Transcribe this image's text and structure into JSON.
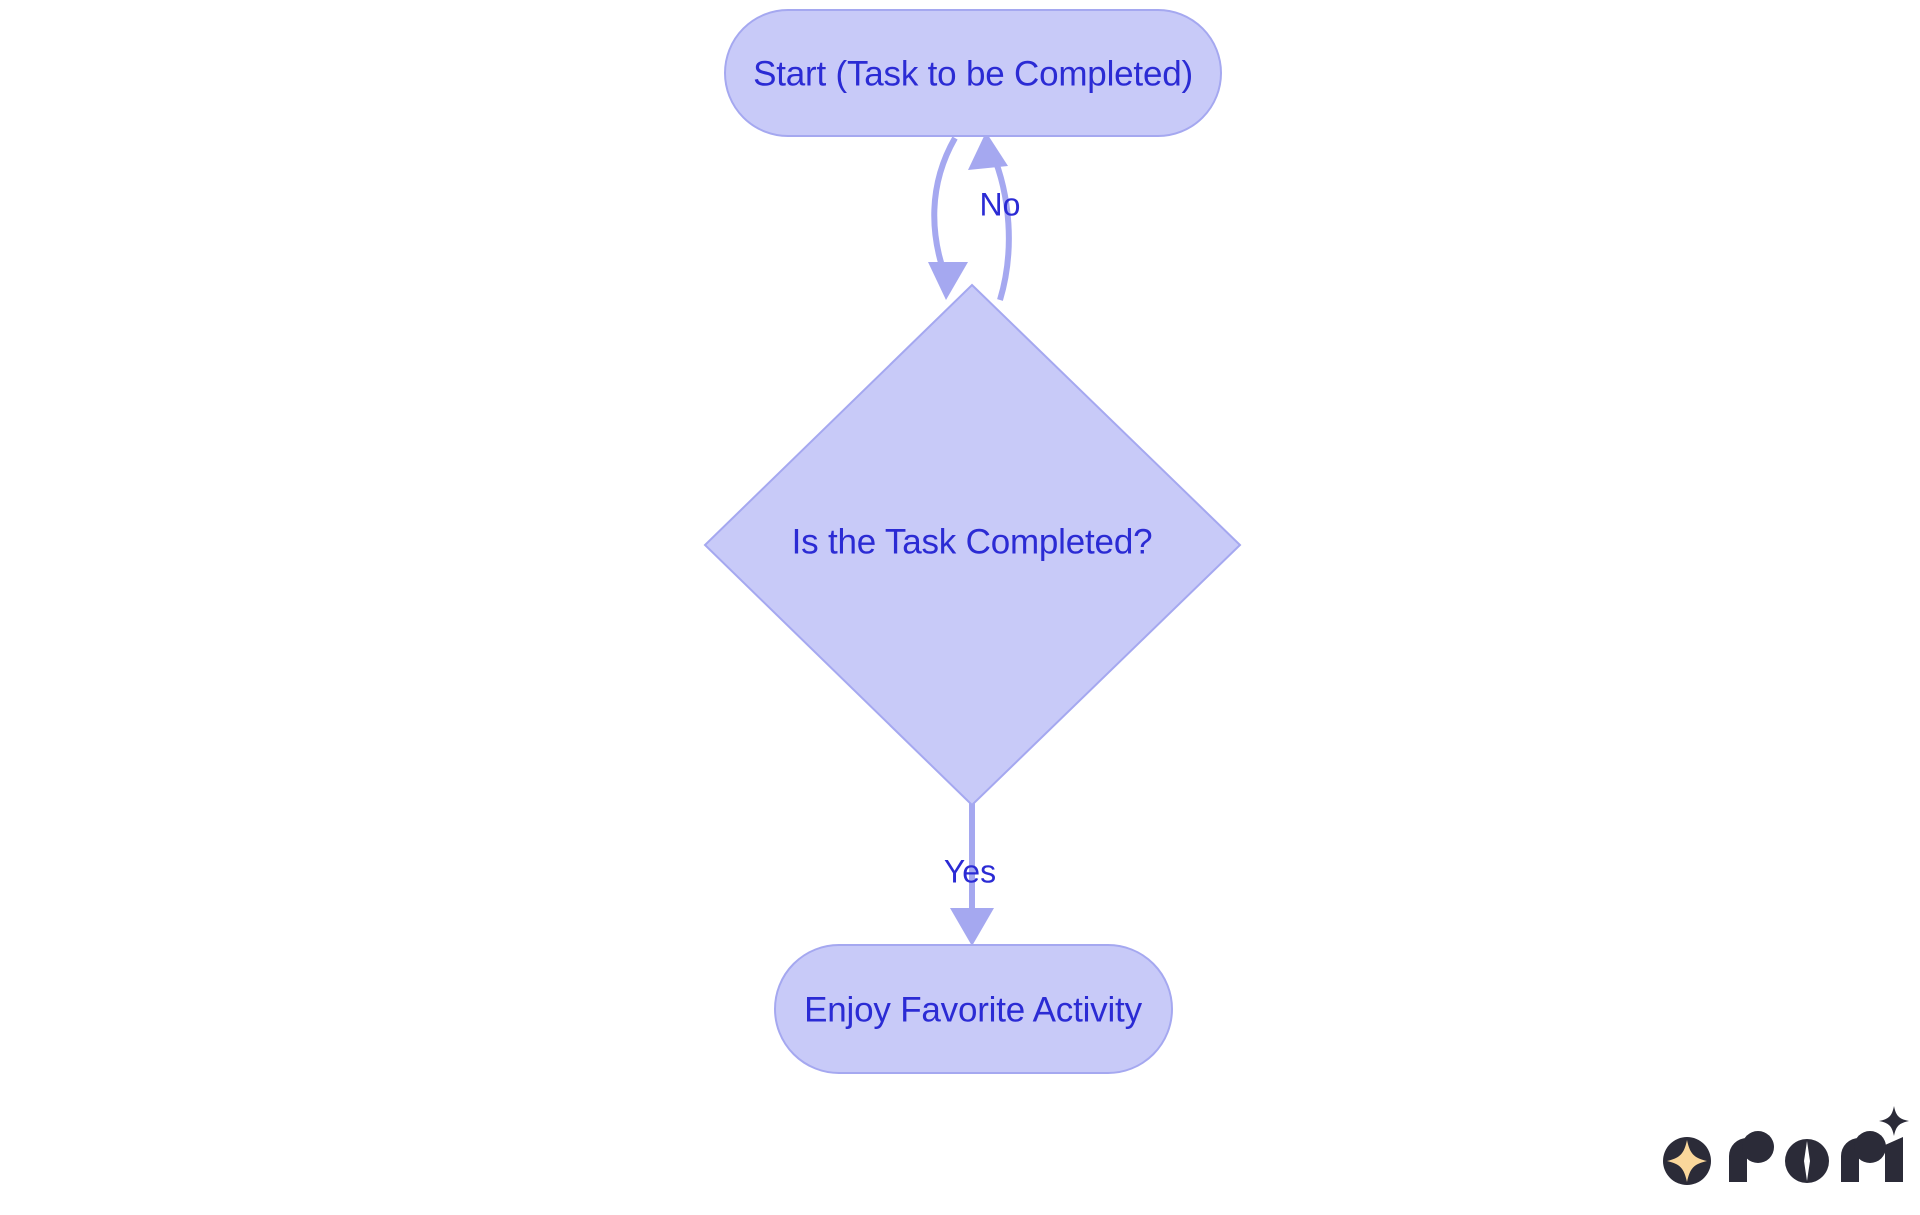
{
  "diagram": {
    "type": "flowchart",
    "direction": "top-to-bottom",
    "background_color": "#FFFFFF",
    "node_fill_color": "#C8CAF8",
    "node_stroke_color": "#A5A8F0",
    "text_color": "#2B2BD4",
    "edge_color": "#A5A8F0",
    "nodes": [
      {
        "id": "start",
        "label": "Start (Task to be Completed)",
        "shape": "stadium"
      },
      {
        "id": "decision",
        "label": "Is the Task Completed?",
        "shape": "diamond"
      },
      {
        "id": "activity",
        "label": "Enjoy Favorite Activity",
        "shape": "stadium"
      }
    ],
    "edges": [
      {
        "id": "start-to-decision",
        "from": "start",
        "to": "decision",
        "label": ""
      },
      {
        "id": "decision-to-start",
        "from": "decision",
        "to": "start",
        "label": "No"
      },
      {
        "id": "decision-to-activity",
        "from": "decision",
        "to": "activity",
        "label": "Yes"
      }
    ]
  },
  "watermark": {
    "brand": "rori",
    "icon_name": "sparkle-circle-icon",
    "mark_color": "#2B2B38",
    "spark_color": "#FAD79B"
  }
}
